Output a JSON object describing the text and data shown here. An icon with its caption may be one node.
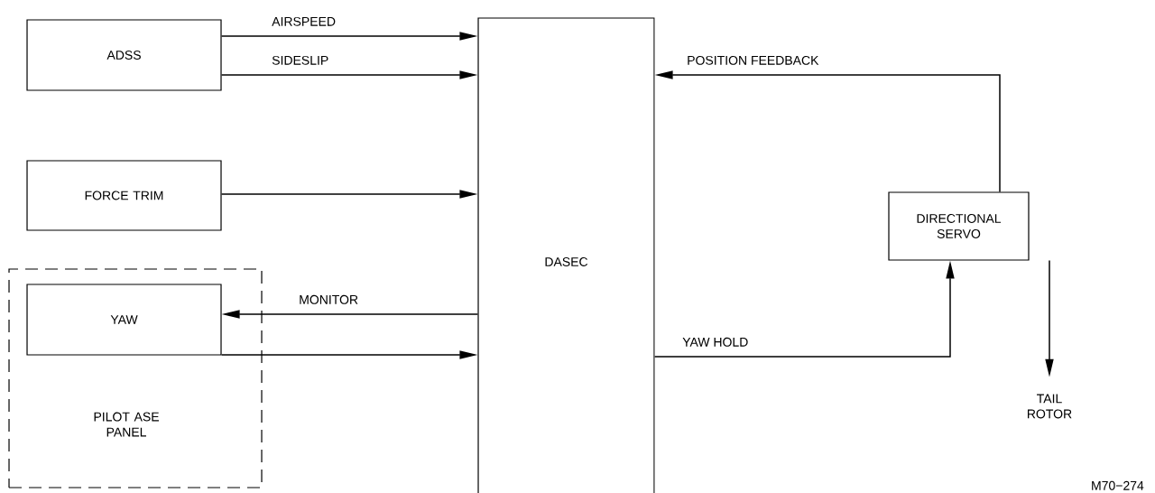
{
  "diagram": {
    "nodes": [
      {
        "text": [
          "ADSS"
        ]
      },
      {
        "text": [
          "FORCE TRIM"
        ]
      },
      {
        "text": [
          "PILOT ASE PANEL"
        ]
      },
      {
        "text": [
          "YAW"
        ],
        "in": 2
      },
      {
        "text": [
          "DASEC"
        ]
      },
      {
        "text": [
          "DIRECTIONAL SERVO"
        ]
      },
      {
        "text": [
          "TAIL ROTOR"
        ]
      }
    ],
    "edges": [
      {
        "from": 0,
        "to": 4,
        "arrow": "to",
        "label": "AIRSPEED"
      },
      {
        "from": 0,
        "to": 4,
        "arrow": "to",
        "label": "SIDESLIP"
      },
      {
        "from": 1,
        "to": 4,
        "arrow": "to"
      },
      {
        "from": 4,
        "to": 3,
        "arrow": "to",
        "label": "MONITOR"
      },
      {
        "from": 3,
        "to": 4,
        "arrow": "to"
      },
      {
        "from": 5,
        "to": 4,
        "arrow": "to",
        "label": "POSITION FEEDBACK"
      },
      {
        "from": 4,
        "to": 5,
        "arrow": "to",
        "label": "YAW HOLD"
      },
      {
        "from": 5,
        "to": 6,
        "arrow": "to"
      }
    ],
    "labels": [
      "M70−274"
    ]
  }
}
